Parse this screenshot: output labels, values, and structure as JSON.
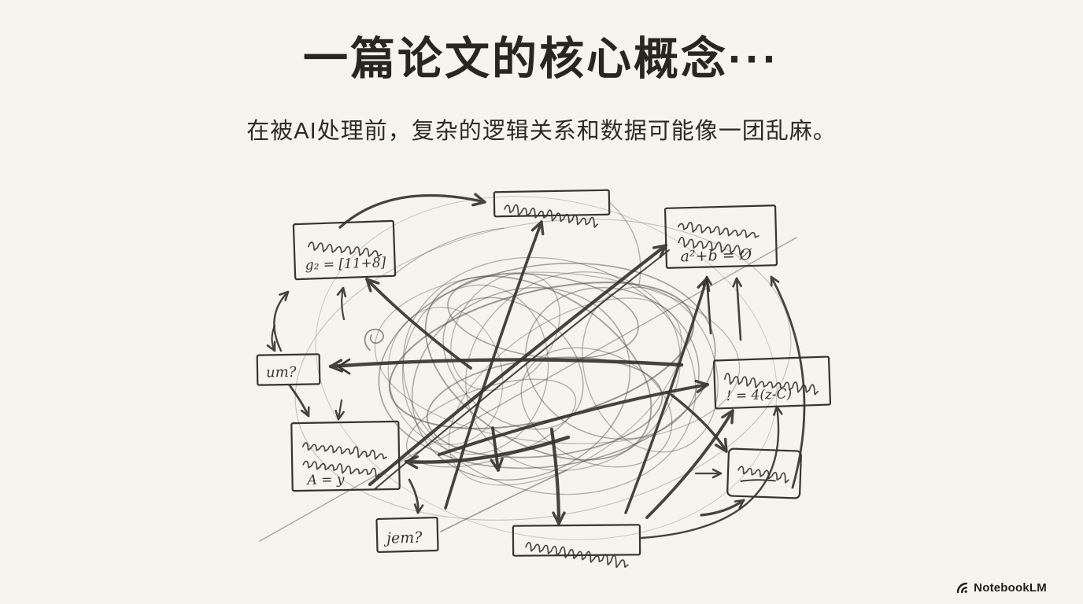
{
  "slide": {
    "title": "一篇论文的核心概念···",
    "subtitle": "在被AI处理前，复杂的逻辑关系和数据可能像一团乱麻。"
  },
  "sketch": {
    "description": "hand-drawn pencil sketch: nine scribbled concept boxes connected by bold arrows through a central tangle of looping lines",
    "ink_color": "#35342f",
    "paper_color": "#f6f4ee",
    "boxes": [
      {
        "id": "top-left",
        "content": "scribbled word + formula",
        "formula": "g₂ = [11+8]"
      },
      {
        "id": "top-center",
        "content": "illegible cursive scribble"
      },
      {
        "id": "top-right",
        "content": "two scribbled words + formula",
        "formula": "a²+b = Ø"
      },
      {
        "id": "mid-left",
        "content": "um?"
      },
      {
        "id": "mid-right",
        "content": "scribbled word + formula",
        "formula": "! = 4(z-C)"
      },
      {
        "id": "bottom-left",
        "content": "two scribbled lines + formula",
        "formula": "A = y"
      },
      {
        "id": "bottom-right",
        "content": "illegible cursive scribble, underlined"
      },
      {
        "id": "jem",
        "content": "jem?"
      },
      {
        "id": "bottom-center",
        "content": "illegible cursive scribble"
      }
    ]
  },
  "footer": {
    "brand": "NotebookLM"
  }
}
